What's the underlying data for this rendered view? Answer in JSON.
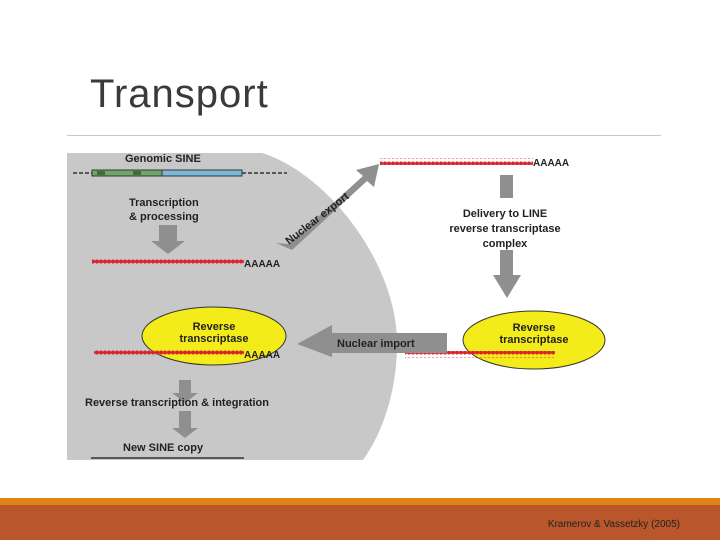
{
  "slide": {
    "title": "Transport",
    "citation": "Kramerov & Vassetzky (2005)"
  },
  "diagram": {
    "genomic_sine": "Genomic SINE",
    "step_transcription_line1": "Transcription",
    "step_transcription_line2": "& processing",
    "poly_a_tail": "AAAAA",
    "nuclear_export": "Nuclear export",
    "delivery_line1": "Delivery to LINE",
    "delivery_line2": "reverse transcriptase",
    "delivery_line3": "complex",
    "rt_label_line1": "Reverse",
    "rt_label_line2": "transcriptase",
    "nuclear_import": "Nuclear import",
    "step_integration": "Reverse transcription & integration",
    "new_copy": "New SINE copy"
  },
  "colors": {
    "nucleus": "#c8c8c8",
    "rna": "#d8212a",
    "enzyme": "#f3ec1a",
    "arrow": "#8f8f8f",
    "footer_band": "#b9562b",
    "footer_accent": "#e2821a"
  }
}
